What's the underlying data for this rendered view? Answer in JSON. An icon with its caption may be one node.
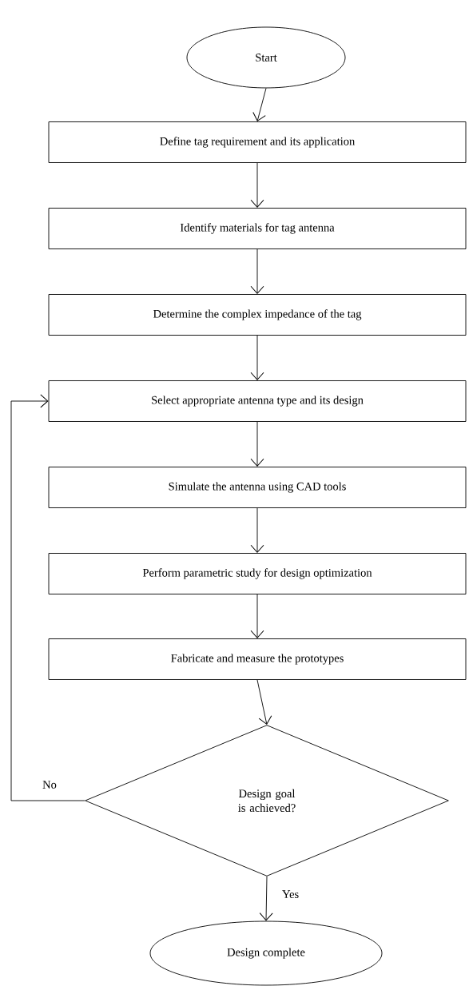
{
  "diagram": {
    "nodes": [
      {
        "text": [
          "Start"
        ]
      },
      {
        "text": [
          "Define tag requirement and its application"
        ]
      },
      {
        "text": [
          "Identify materials for tag antenna"
        ]
      },
      {
        "text": [
          "Determine the complex impedance of the tag"
        ]
      },
      {
        "text": [
          "Select appropriate antenna type and its design"
        ]
      },
      {
        "text": [
          "Simulate the antenna using CAD tools"
        ]
      },
      {
        "text": [
          "Perform parametric study for design optimization"
        ]
      },
      {
        "text": [
          "Fabricate and measure the prototypes"
        ]
      },
      {
        "text": [
          "Design goal is achieved?"
        ]
      },
      {
        "text": [
          "Design complete"
        ]
      }
    ],
    "edges": [
      {
        "from": 0,
        "to": 1,
        "arrow": "to"
      },
      {
        "from": 1,
        "to": 2,
        "arrow": "to"
      },
      {
        "from": 2,
        "to": 3,
        "arrow": "to"
      },
      {
        "from": 3,
        "to": 4,
        "arrow": "to"
      },
      {
        "from": 4,
        "to": 5,
        "arrow": "to"
      },
      {
        "from": 5,
        "to": 6,
        "arrow": "to"
      },
      {
        "from": 6,
        "to": 7,
        "arrow": "to"
      },
      {
        "from": 7,
        "to": 8,
        "arrow": "to"
      },
      {
        "from": 8,
        "to": 4,
        "arrow": "to",
        "label": "No"
      },
      {
        "from": 8,
        "to": 9,
        "arrow": "to",
        "label": "Yes"
      }
    ]
  }
}
